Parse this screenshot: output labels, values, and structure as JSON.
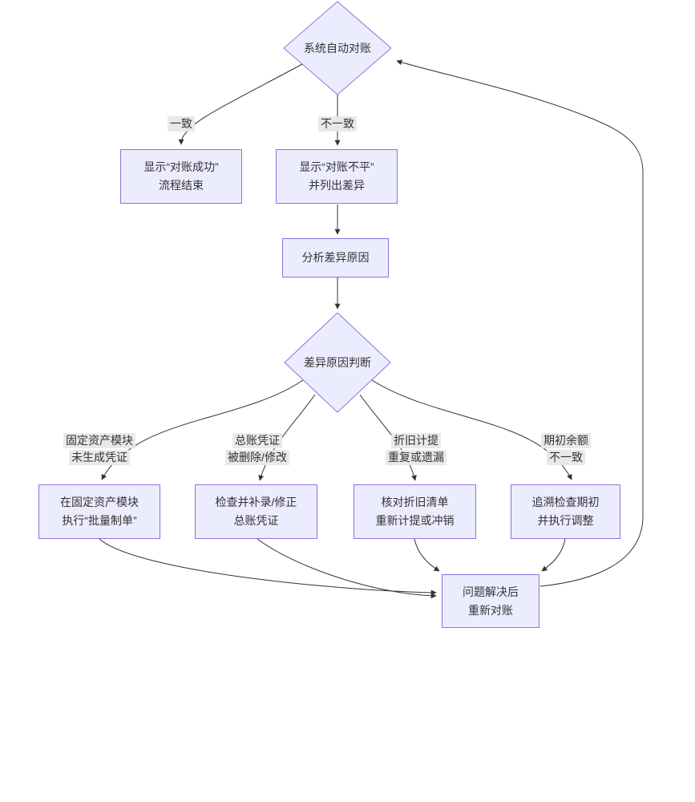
{
  "diagram": {
    "type": "flowchart",
    "nodes": {
      "auto_recon": {
        "label": "系统自动对账"
      },
      "show_success": {
        "line1": "显示“对账成功”",
        "line2": "流程结束"
      },
      "show_unbalanced": {
        "line1": "显示“对账不平”",
        "line2": "并列出差异"
      },
      "analyze": {
        "label": "分析差异原因"
      },
      "judge": {
        "label": "差异原因判断"
      },
      "fix_fixed_assets": {
        "line1": "在固定资产模块",
        "line2": "执行“批量制单”"
      },
      "fix_gl_voucher": {
        "line1": "检查并补录/修正",
        "line2": "总账凭证"
      },
      "fix_depreciation": {
        "line1": "核对折旧清单",
        "line2": "重新计提或冲销"
      },
      "fix_opening_balance": {
        "line1": "追溯检查期初",
        "line2": "并执行调整"
      },
      "re_reconcile": {
        "line1": "问题解决后",
        "line2": "重新对账"
      }
    },
    "edge_labels": {
      "match": "一致",
      "mismatch": "不一致",
      "cause_fixed_assets": {
        "line1": "固定资产模块",
        "line2": "未生成凭证"
      },
      "cause_gl_voucher": {
        "line1": "总账凭证",
        "line2": "被删除/修改"
      },
      "cause_depreciation": {
        "line1": "折旧计提",
        "line2": "重复或遗漏"
      },
      "cause_opening_balance": {
        "line1": "期初余额",
        "line2": "不一致"
      }
    },
    "colors": {
      "node_fill": "#ECECFF",
      "node_border": "#9370DB",
      "edge_stroke": "#333333",
      "edge_label_bg": "#E8E8E8",
      "text": "#333333",
      "background": "#FFFFFF"
    }
  }
}
